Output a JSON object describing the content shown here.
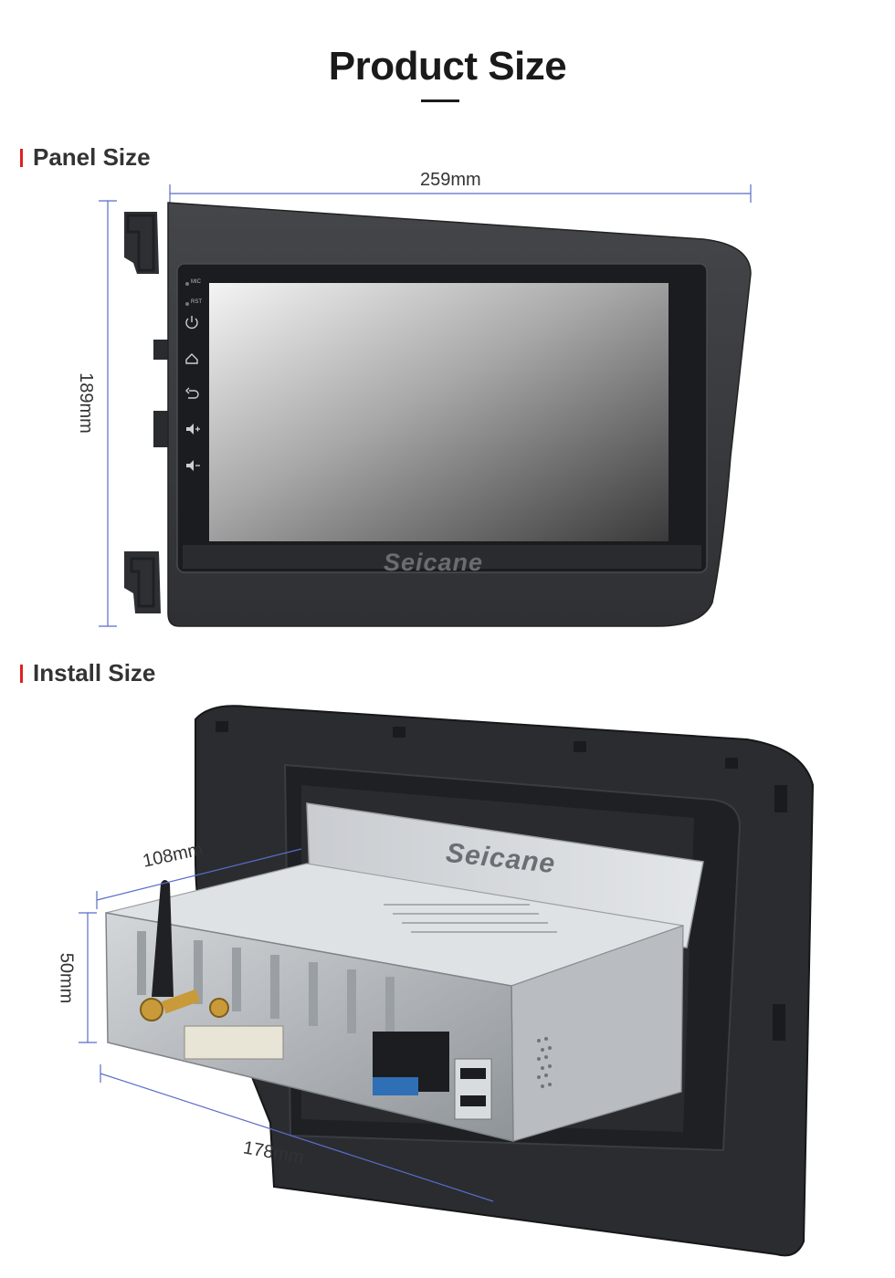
{
  "page": {
    "title": "Product Size"
  },
  "panel_section": {
    "heading": "Panel Size",
    "width_label": "259mm",
    "height_label": "189mm",
    "side_buttons": {
      "mic": "MIC",
      "rst": "RST"
    },
    "brand": "Seicane"
  },
  "install_section": {
    "heading": "Install Size",
    "depth_label": "108mm",
    "height_label": "50mm",
    "width_label": "178mm",
    "brand": "Seicane"
  },
  "colors": {
    "accent": "#e02020",
    "dimension_line": "#5a6cc8",
    "bezel": "#3a3b3f",
    "chassis": "#b8bcbf"
  }
}
